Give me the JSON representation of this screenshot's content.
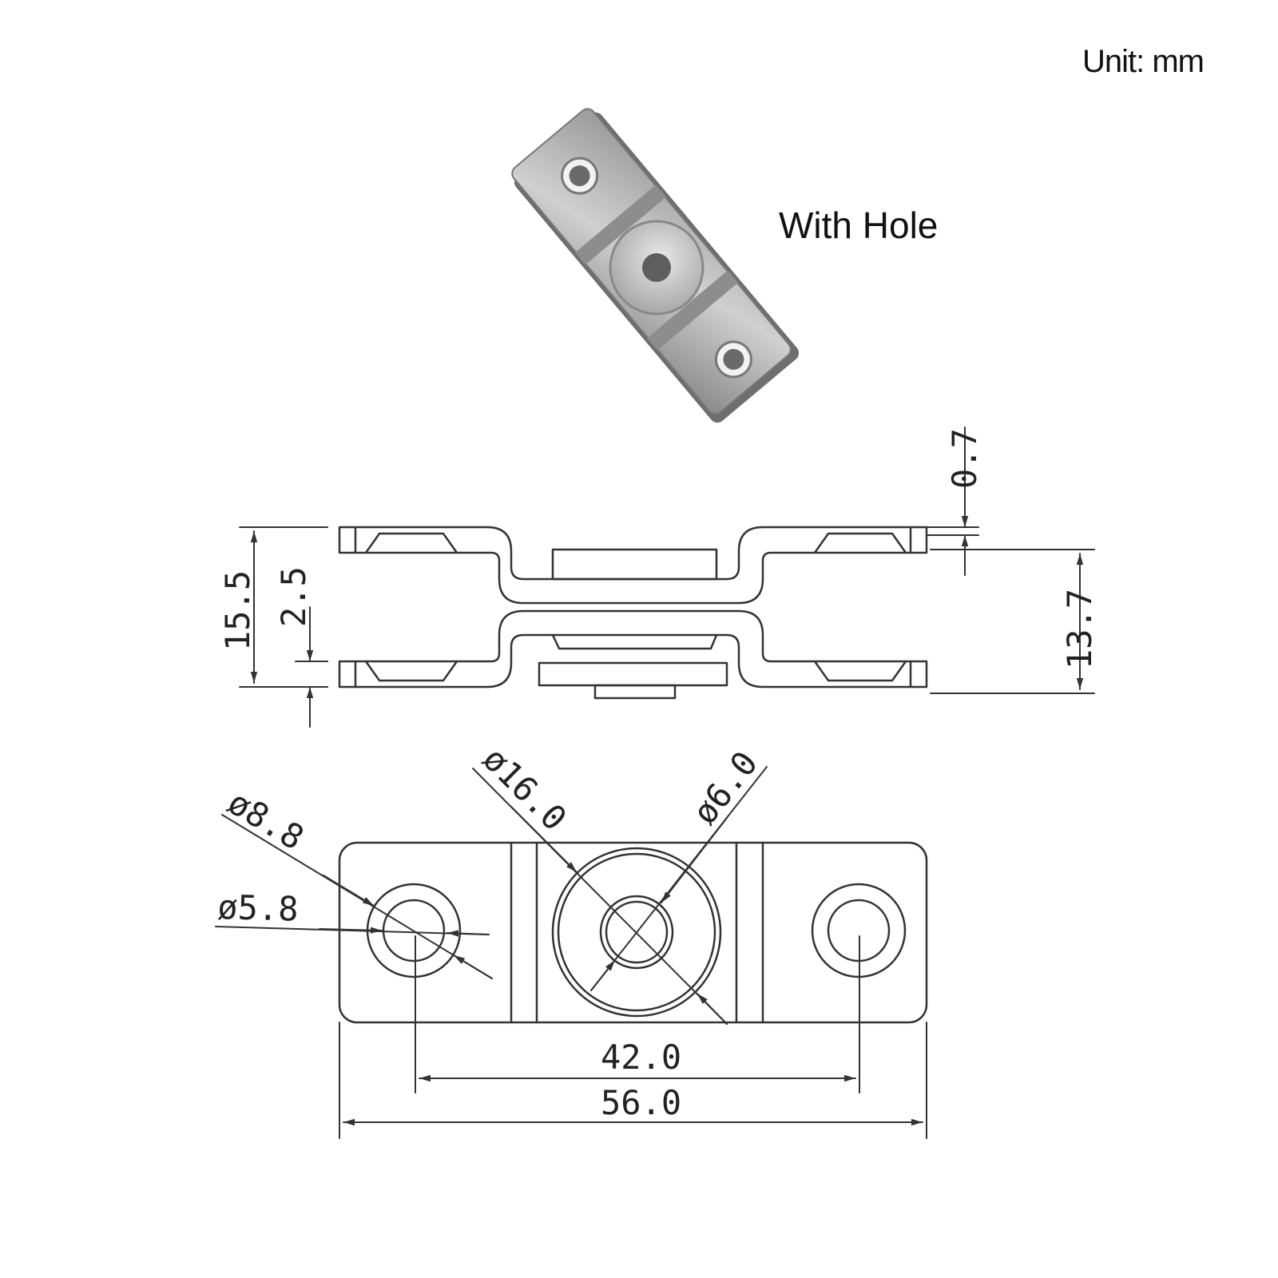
{
  "unit_label": "Unit:  mm",
  "variant_label": "With Hole",
  "dimensions": {
    "thickness": "0.7",
    "total_height": "15.5",
    "gap": "2.5",
    "inner_height": "13.7",
    "outer_hole_dia": "ø8.8",
    "inner_hole_dia": "ø5.8",
    "washer_dia": "ø16.0",
    "center_hole_dia": "ø6.0",
    "hole_spacing": "42.0",
    "total_length": "56.0"
  },
  "colors": {
    "line": "#333333",
    "metal_light": "#d8d8d8",
    "metal_mid": "#b0b0b0",
    "metal_dark": "#7a7a7a"
  }
}
